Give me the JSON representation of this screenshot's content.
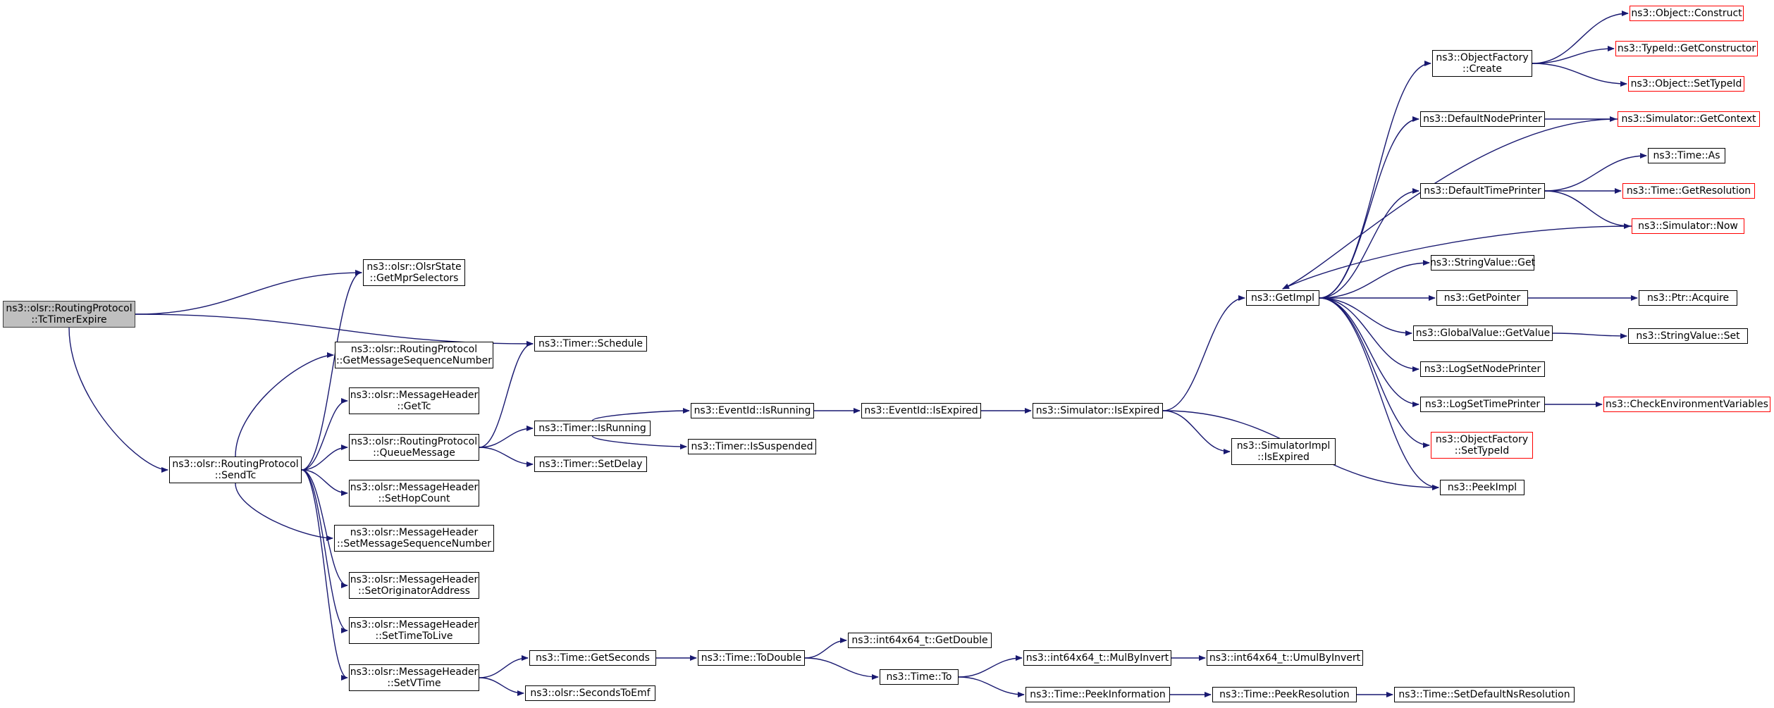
{
  "colors": {
    "edge": "#191970",
    "border": "#000000",
    "external_border": "#ff0000",
    "root_fill": "#bfbfbf",
    "background": "#ffffff"
  },
  "nodes": [
    {
      "id": "tcTimerExpire",
      "lines": [
        "ns3::olsr::RoutingProtocol",
        "::TcTimerExpire"
      ],
      "kind": "root"
    },
    {
      "id": "getMprSelectors",
      "lines": [
        "ns3::olsr::OlsrState",
        "::GetMprSelectors"
      ],
      "kind": "normal"
    },
    {
      "id": "timerSchedule",
      "lines": [
        "ns3::Timer::Schedule"
      ],
      "kind": "normal"
    },
    {
      "id": "sendTc",
      "lines": [
        "ns3::olsr::RoutingProtocol",
        "::SendTc"
      ],
      "kind": "normal"
    },
    {
      "id": "getMessageSequenceNumber",
      "lines": [
        "ns3::olsr::RoutingProtocol",
        "::GetMessageSequenceNumber"
      ],
      "kind": "normal"
    },
    {
      "id": "getTc",
      "lines": [
        "ns3::olsr::MessageHeader",
        "::GetTc"
      ],
      "kind": "normal"
    },
    {
      "id": "queueMessage",
      "lines": [
        "ns3::olsr::RoutingProtocol",
        "::QueueMessage"
      ],
      "kind": "normal"
    },
    {
      "id": "setHopCount",
      "lines": [
        "ns3::olsr::MessageHeader",
        "::SetHopCount"
      ],
      "kind": "normal"
    },
    {
      "id": "setMessageSequenceNumber",
      "lines": [
        "ns3::olsr::MessageHeader",
        "::SetMessageSequenceNumber"
      ],
      "kind": "normal"
    },
    {
      "id": "setOriginatorAddress",
      "lines": [
        "ns3::olsr::MessageHeader",
        "::SetOriginatorAddress"
      ],
      "kind": "normal"
    },
    {
      "id": "setTimeToLive",
      "lines": [
        "ns3::olsr::MessageHeader",
        "::SetTimeToLive"
      ],
      "kind": "normal"
    },
    {
      "id": "setVTime",
      "lines": [
        "ns3::olsr::MessageHeader",
        "::SetVTime"
      ],
      "kind": "normal"
    },
    {
      "id": "timerIsRunning",
      "lines": [
        "ns3::Timer::IsRunning"
      ],
      "kind": "normal"
    },
    {
      "id": "timerSetDelay",
      "lines": [
        "ns3::Timer::SetDelay"
      ],
      "kind": "normal"
    },
    {
      "id": "eventIdIsRunning",
      "lines": [
        "ns3::EventId::IsRunning"
      ],
      "kind": "normal"
    },
    {
      "id": "timerIsSuspended",
      "lines": [
        "ns3::Timer::IsSuspended"
      ],
      "kind": "normal"
    },
    {
      "id": "eventIdIsExpired",
      "lines": [
        "ns3::EventId::IsExpired"
      ],
      "kind": "normal"
    },
    {
      "id": "simulatorIsExpired",
      "lines": [
        "ns3::Simulator::IsExpired"
      ],
      "kind": "normal"
    },
    {
      "id": "simulatorImplIsExpired",
      "lines": [
        "ns3::SimulatorImpl",
        "::IsExpired"
      ],
      "kind": "normal"
    },
    {
      "id": "getImpl",
      "lines": [
        "ns3::GetImpl"
      ],
      "kind": "normal"
    },
    {
      "id": "objectFactoryCreate",
      "lines": [
        "ns3::ObjectFactory",
        "::Create"
      ],
      "kind": "normal"
    },
    {
      "id": "objectConstruct",
      "lines": [
        "ns3::Object::Construct"
      ],
      "kind": "external"
    },
    {
      "id": "typeIdGetConstructor",
      "lines": [
        "ns3::TypeId::GetConstructor"
      ],
      "kind": "external"
    },
    {
      "id": "objectSetTypeId",
      "lines": [
        "ns3::Object::SetTypeId"
      ],
      "kind": "external"
    },
    {
      "id": "defaultNodePrinter",
      "lines": [
        "ns3::DefaultNodePrinter"
      ],
      "kind": "normal"
    },
    {
      "id": "simulatorGetContext",
      "lines": [
        "ns3::Simulator::GetContext"
      ],
      "kind": "external"
    },
    {
      "id": "timeAs",
      "lines": [
        "ns3::Time::As"
      ],
      "kind": "normal"
    },
    {
      "id": "defaultTimePrinter",
      "lines": [
        "ns3::DefaultTimePrinter"
      ],
      "kind": "normal"
    },
    {
      "id": "timeGetResolution",
      "lines": [
        "ns3::Time::GetResolution"
      ],
      "kind": "external"
    },
    {
      "id": "simulatorNow",
      "lines": [
        "ns3::Simulator::Now"
      ],
      "kind": "external"
    },
    {
      "id": "stringValueGet",
      "lines": [
        "ns3::StringValue::Get"
      ],
      "kind": "normal"
    },
    {
      "id": "getPointer",
      "lines": [
        "ns3::GetPointer"
      ],
      "kind": "normal"
    },
    {
      "id": "ptrAcquire",
      "lines": [
        "ns3::Ptr::Acquire"
      ],
      "kind": "normal"
    },
    {
      "id": "globalValueGetValue",
      "lines": [
        "ns3::GlobalValue::GetValue"
      ],
      "kind": "normal"
    },
    {
      "id": "stringValueSet",
      "lines": [
        "ns3::StringValue::Set"
      ],
      "kind": "normal"
    },
    {
      "id": "logSetNodePrinter",
      "lines": [
        "ns3::LogSetNodePrinter"
      ],
      "kind": "normal"
    },
    {
      "id": "logSetTimePrinter",
      "lines": [
        "ns3::LogSetTimePrinter"
      ],
      "kind": "normal"
    },
    {
      "id": "checkEnvironmentVariables",
      "lines": [
        "ns3::CheckEnvironmentVariables"
      ],
      "kind": "external"
    },
    {
      "id": "objectFactorySetTypeId",
      "lines": [
        "ns3::ObjectFactory",
        "::SetTypeId"
      ],
      "kind": "external"
    },
    {
      "id": "peekImpl",
      "lines": [
        "ns3::PeekImpl"
      ],
      "kind": "normal"
    },
    {
      "id": "timeGetSeconds",
      "lines": [
        "ns3::Time::GetSeconds"
      ],
      "kind": "normal"
    },
    {
      "id": "timeToDouble",
      "lines": [
        "ns3::Time::ToDouble"
      ],
      "kind": "normal"
    },
    {
      "id": "int64GetDouble",
      "lines": [
        "ns3::int64x64_t::GetDouble"
      ],
      "kind": "normal"
    },
    {
      "id": "timeTo",
      "lines": [
        "ns3::Time::To"
      ],
      "kind": "normal"
    },
    {
      "id": "int64MulByInvert",
      "lines": [
        "ns3::int64x64_t::MulByInvert"
      ],
      "kind": "normal"
    },
    {
      "id": "int64UmulByInvert",
      "lines": [
        "ns3::int64x64_t::UmulByInvert"
      ],
      "kind": "normal"
    },
    {
      "id": "timePeekInformation",
      "lines": [
        "ns3::Time::PeekInformation"
      ],
      "kind": "normal"
    },
    {
      "id": "timePeekResolution",
      "lines": [
        "ns3::Time::PeekResolution"
      ],
      "kind": "normal"
    },
    {
      "id": "timeSetDefaultNsResolution",
      "lines": [
        "ns3::Time::SetDefaultNsResolution"
      ],
      "kind": "normal"
    },
    {
      "id": "secondsToEmf",
      "lines": [
        "ns3::olsr::SecondsToEmf"
      ],
      "kind": "normal"
    }
  ],
  "edges": [
    [
      "tcTimerExpire",
      "getMprSelectors"
    ],
    [
      "tcTimerExpire",
      "timerSchedule"
    ],
    [
      "tcTimerExpire",
      "sendTc"
    ],
    [
      "sendTc",
      "getMprSelectors"
    ],
    [
      "sendTc",
      "getMessageSequenceNumber"
    ],
    [
      "sendTc",
      "getTc"
    ],
    [
      "sendTc",
      "queueMessage"
    ],
    [
      "sendTc",
      "setHopCount"
    ],
    [
      "sendTc",
      "setMessageSequenceNumber"
    ],
    [
      "sendTc",
      "setOriginatorAddress"
    ],
    [
      "sendTc",
      "setTimeToLive"
    ],
    [
      "sendTc",
      "setVTime"
    ],
    [
      "queueMessage",
      "timerSchedule"
    ],
    [
      "queueMessage",
      "timerIsRunning"
    ],
    [
      "queueMessage",
      "timerSetDelay"
    ],
    [
      "timerIsRunning",
      "eventIdIsRunning"
    ],
    [
      "timerIsRunning",
      "timerIsSuspended"
    ],
    [
      "eventIdIsRunning",
      "eventIdIsExpired"
    ],
    [
      "eventIdIsExpired",
      "simulatorIsExpired"
    ],
    [
      "simulatorIsExpired",
      "getImpl"
    ],
    [
      "simulatorIsExpired",
      "simulatorImplIsExpired"
    ],
    [
      "simulatorIsExpired",
      "peekImpl"
    ],
    [
      "getImpl",
      "objectFactoryCreate"
    ],
    [
      "getImpl",
      "defaultNodePrinter"
    ],
    [
      "getImpl",
      "defaultTimePrinter"
    ],
    [
      "getImpl",
      "stringValueGet"
    ],
    [
      "getImpl",
      "getPointer"
    ],
    [
      "getImpl",
      "globalValueGetValue"
    ],
    [
      "getImpl",
      "logSetNodePrinter"
    ],
    [
      "getImpl",
      "logSetTimePrinter"
    ],
    [
      "getImpl",
      "objectFactorySetTypeId"
    ],
    [
      "getImpl",
      "peekImpl"
    ],
    [
      "simulatorGetContext",
      "getImpl"
    ],
    [
      "simulatorNow",
      "getImpl"
    ],
    [
      "objectFactoryCreate",
      "objectConstruct"
    ],
    [
      "objectFactoryCreate",
      "typeIdGetConstructor"
    ],
    [
      "objectFactoryCreate",
      "objectSetTypeId"
    ],
    [
      "defaultNodePrinter",
      "simulatorGetContext"
    ],
    [
      "defaultTimePrinter",
      "timeAs"
    ],
    [
      "defaultTimePrinter",
      "timeGetResolution"
    ],
    [
      "defaultTimePrinter",
      "simulatorNow"
    ],
    [
      "getPointer",
      "ptrAcquire"
    ],
    [
      "globalValueGetValue",
      "stringValueSet"
    ],
    [
      "logSetTimePrinter",
      "checkEnvironmentVariables"
    ],
    [
      "setVTime",
      "timeGetSeconds"
    ],
    [
      "setVTime",
      "secondsToEmf"
    ],
    [
      "timeGetSeconds",
      "timeToDouble"
    ],
    [
      "timeToDouble",
      "int64GetDouble"
    ],
    [
      "timeToDouble",
      "timeTo"
    ],
    [
      "timeTo",
      "int64MulByInvert"
    ],
    [
      "timeTo",
      "timePeekInformation"
    ],
    [
      "int64MulByInvert",
      "int64UmulByInvert"
    ],
    [
      "timePeekInformation",
      "timePeekResolution"
    ],
    [
      "timePeekResolution",
      "timeSetDefaultNsResolution"
    ]
  ]
}
